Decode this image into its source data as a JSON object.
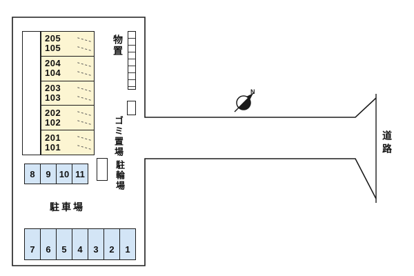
{
  "site": {
    "building": {
      "units": [
        {
          "upper": "205",
          "lower": "105"
        },
        {
          "upper": "204",
          "lower": "104"
        },
        {
          "upper": "203",
          "lower": "103"
        },
        {
          "upper": "202",
          "lower": "102"
        },
        {
          "upper": "201",
          "lower": "101"
        }
      ]
    },
    "facilities": {
      "storage_label": "物置",
      "garbage_label": "ゴミ置場",
      "bicycle_label": "駐輪場",
      "parking_label": "駐車場",
      "road_label": "道路"
    },
    "parking": {
      "top_row": [
        "8",
        "9",
        "10",
        "11"
      ],
      "bottom_row": [
        "7",
        "6",
        "5",
        "4",
        "3",
        "2",
        "1"
      ]
    },
    "compass": {
      "icon": "north-arrow-icon",
      "letter": "N"
    },
    "colors": {
      "building_fill": "#fcf5d2",
      "parking_fill": "#d3e5f6",
      "outline": "#1a1a1a"
    }
  }
}
